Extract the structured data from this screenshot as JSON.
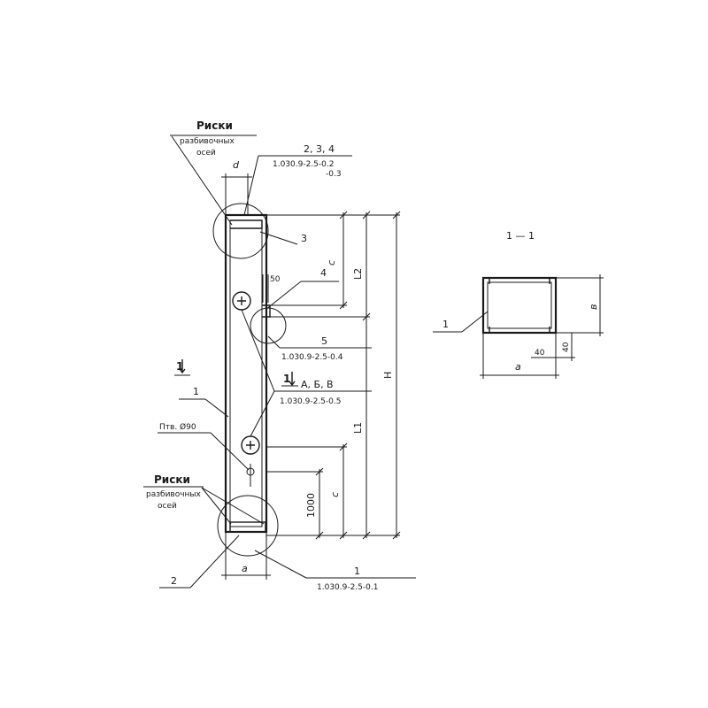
{
  "labels": {
    "riski_top": "Риски",
    "razbivochnyh_top": "разбивочных",
    "osey_top": "осей",
    "riski_bottom": "Риски",
    "razbivochnyh_bottom": "разбивочных",
    "osey_bottom": "осей",
    "dim_d": "d",
    "dim_a_main": "a",
    "dim_a_section": "a",
    "dim_b_section": "в",
    "dim_c_top": "c",
    "dim_c_bottom": "c",
    "dim_L2": "L2",
    "dim_L1": "L1",
    "dim_H": "H",
    "dim_1000": "1000",
    "dim_50": "50",
    "dim_40_h": "40",
    "dim_40_v": "40",
    "hole": "Птв. Ø90",
    "section_mark_left": "1",
    "section_mark_right": "1",
    "section_title": "1 — 1",
    "callout_1_left": "1",
    "callout_2": "2",
    "callout_3": "3",
    "callout_4": "4",
    "callout_5": "5",
    "callout_5_ref": "1.030.9-2.5-0.4",
    "callout_234": "2, 3, 4",
    "callout_234_ref": "1.030.9-2.5-0.2",
    "callout_234_ref2": "-0.3",
    "callout_abv": "А, Б, В",
    "callout_abv_ref": "1.030.9-2.5-0.5",
    "callout_1_bottom": "1",
    "callout_1_bottom_ref": "1.030.9-2.5-0.1",
    "section_callout_1": "1"
  }
}
